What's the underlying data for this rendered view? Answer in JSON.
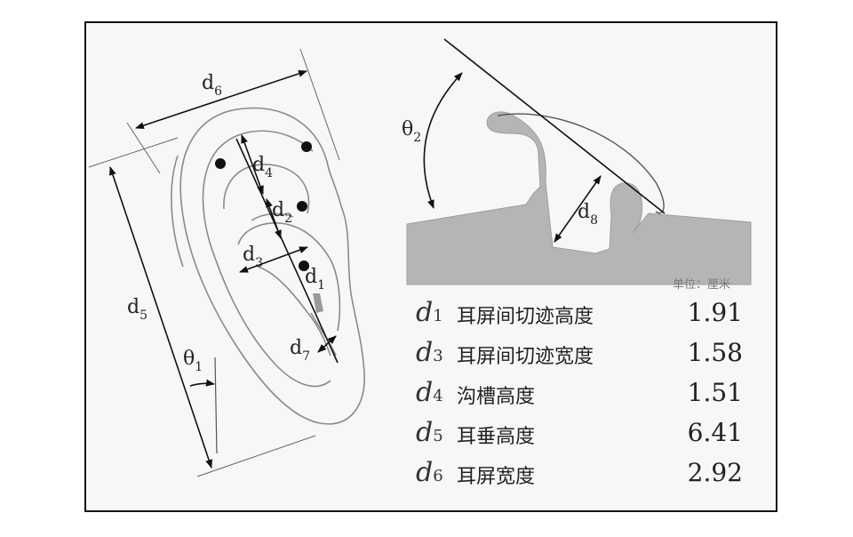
{
  "diagram_labels": {
    "d6": "d",
    "d6_sub": "6",
    "d5": "d",
    "d5_sub": "5",
    "d4": "d",
    "d4_sub": "4",
    "d2": "d",
    "d2_sub": "2",
    "d3": "d",
    "d3_sub": "3",
    "d1": "d",
    "d1_sub": "1",
    "d7": "d",
    "d7_sub": "7",
    "d8": "d",
    "d8_sub": "8",
    "theta1": "θ",
    "theta1_sub": "1",
    "theta2": "θ",
    "theta2_sub": "2"
  },
  "unit_note": "单位：厘米",
  "measurements": [
    {
      "symbol": "d",
      "sub": "1",
      "name": "耳屏间切迹高度",
      "value": "1.91"
    },
    {
      "symbol": "d",
      "sub": "3",
      "name": "耳屏间切迹宽度",
      "value": "1.58"
    },
    {
      "symbol": "d",
      "sub": "4",
      "name": "沟槽高度",
      "value": "1.51"
    },
    {
      "symbol": "d",
      "sub": "5",
      "name": "耳垂高度",
      "value": "6.41"
    },
    {
      "symbol": "d",
      "sub": "6",
      "name": "耳屏宽度",
      "value": "2.92"
    }
  ]
}
